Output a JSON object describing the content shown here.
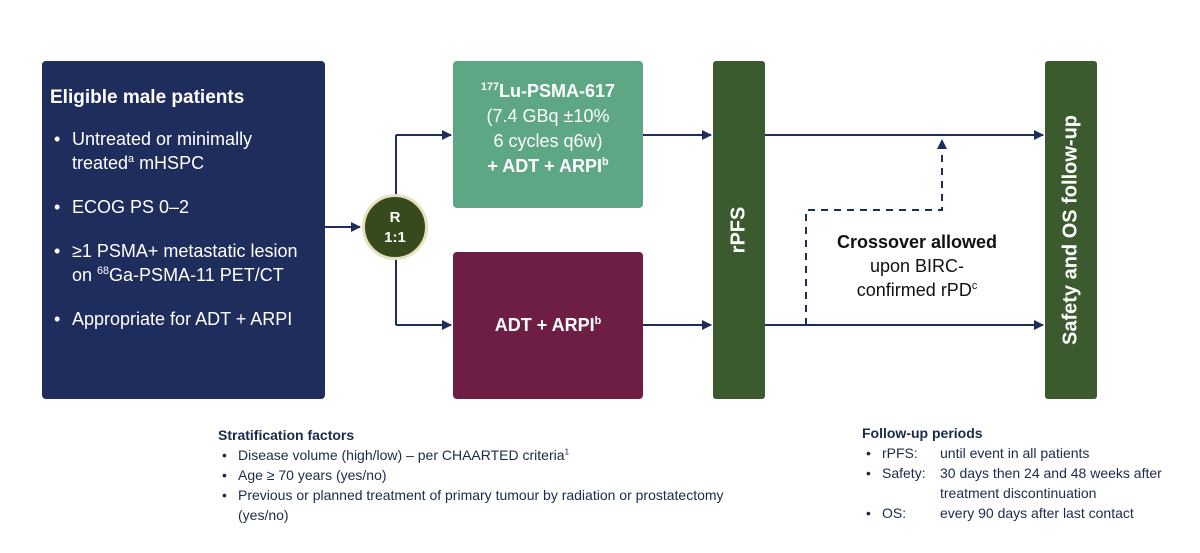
{
  "eligible": {
    "title": "Eligible male patients",
    "items": [
      {
        "pre": "Untreated or minimally treated",
        "sup": "a",
        "post": " mHSPC"
      },
      {
        "text": "ECOG PS 0–2"
      },
      {
        "pre": "≥1 PSMA+ metastatic lesion on ",
        "sup": "68",
        "post": "Ga-PSMA-11 PET/CT"
      },
      {
        "text": "Appropriate for ADT + ARPI"
      }
    ]
  },
  "randomization": {
    "line1": "R",
    "line2": "1:1"
  },
  "arm_lu": {
    "sup": "177",
    "name": "Lu-PSMA-617",
    "dose": "(7.4 GBq ±10%",
    "cycles": "6 cycles q6w)",
    "combo": "+ ADT + ARPI",
    "combo_sup": "b"
  },
  "arm_adt": {
    "text": "ADT + ARPI",
    "sup": "b"
  },
  "rpfs_label": "rPFS",
  "safety_label": "Safety and OS follow-up",
  "crossover": {
    "title": "Crossover allowed",
    "line2": "upon BIRC-",
    "line3": "confirmed rPD",
    "sup": "c"
  },
  "stratification": {
    "title": "Stratification factors",
    "items": [
      {
        "text": "Disease volume (high/low) – per CHAARTED criteria",
        "sup": "1"
      },
      {
        "text": "Age ≥ 70 years (yes/no)"
      },
      {
        "text": "Previous or planned treatment of primary tumour by radiation or prostatectomy (yes/no)"
      }
    ]
  },
  "followup": {
    "title": "Follow-up periods",
    "rows": [
      {
        "label": "rPFS:",
        "value": "until event in all patients"
      },
      {
        "label": "Safety:",
        "value": "30 days then 24 and 48 weeks after treatment discontinuation"
      },
      {
        "label": "OS:",
        "value": "every 90 days after last contact"
      }
    ]
  },
  "colors": {
    "eligible_bg": "#1f2d5c",
    "lu_arm": "#5ea784",
    "adt_arm": "#6e1e45",
    "endpoint_bars": "#3b5a2e",
    "randomization": "#364a1e",
    "lines": "#1f2d5c"
  }
}
